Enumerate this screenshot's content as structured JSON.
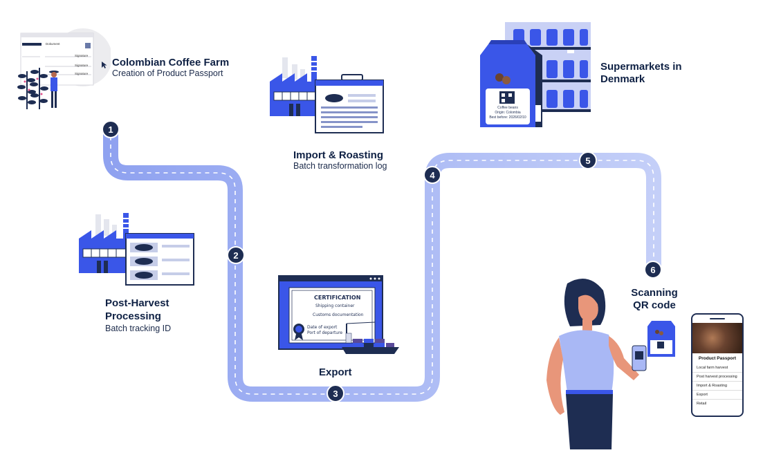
{
  "steps": [
    {
      "number": "1",
      "title": "Colombian Coffee Farm",
      "subtitle": "Creation of Product Passport"
    },
    {
      "number": "2",
      "title": "Post-Harvest Processing",
      "subtitle": "Batch tracking ID"
    },
    {
      "number": "3",
      "title": "Export",
      "subtitle": ""
    },
    {
      "number": "4",
      "title": "Import & Roasting",
      "subtitle": "Batch transformation log"
    },
    {
      "number": "5",
      "title": "Supermarkets in Denmark",
      "subtitle": ""
    },
    {
      "number": "6",
      "title": "Scanning QR code",
      "subtitle": ""
    }
  ],
  "farm_form": {
    "header": "Dokument",
    "rows": [
      "Signature",
      "Signature",
      "Signature"
    ]
  },
  "certificate": {
    "title": "CERTIFICATION",
    "line1": "Shipping container",
    "line2": "Customs documentation",
    "line3": "Date of export",
    "line4": "Port of departure"
  },
  "coffee_bag": {
    "lines": [
      "Coffee beans",
      "Origin: Colombia",
      "Best before: 2026/02/10"
    ]
  },
  "phone": {
    "header": "Product Passport",
    "items": [
      "Local farm harvest",
      "Post harvest processing",
      "Import & Roasting",
      "Export",
      "Retail"
    ]
  },
  "colors": {
    "path": "#a9b8f5",
    "step_badge": "#1e2d52",
    "factory": "#3a56e8",
    "navy": "#1e2d52"
  }
}
